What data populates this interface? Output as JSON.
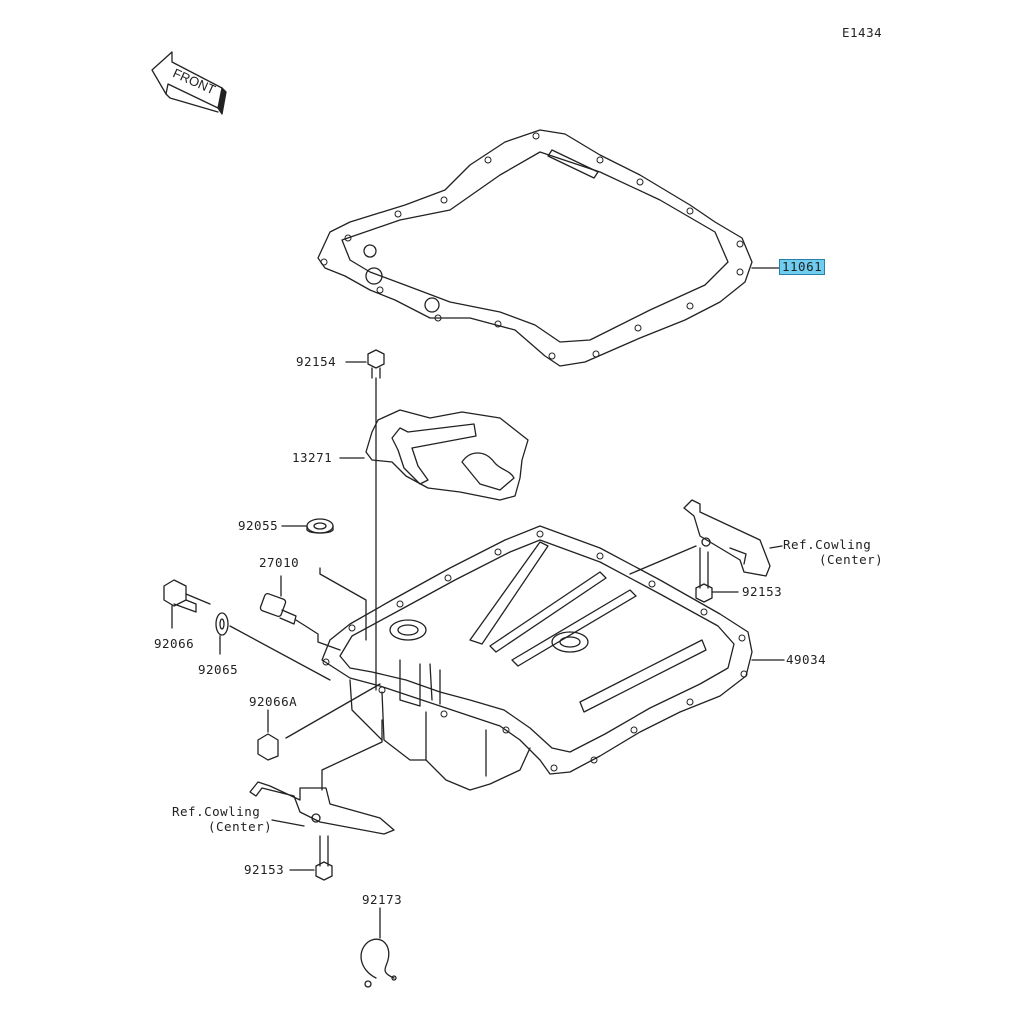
{
  "diagram_id": "E1434",
  "front_label": "FRONT",
  "highlight_color": "#6fcdf0",
  "parts": {
    "p11061": "11061",
    "p92154": "92154",
    "p13271": "13271",
    "p92055": "92055",
    "p27010": "27010",
    "p92066": "92066",
    "p92065": "92065",
    "p92066A": "92066A",
    "p92153_right": "92153",
    "p49034": "49034",
    "p92153_left": "92153",
    "p92173": "92173"
  },
  "refs": {
    "right_line1": "Ref.Cowling",
    "right_line2": "(Center)",
    "left_line1": "Ref.Cowling",
    "left_line2": "(Center)"
  }
}
